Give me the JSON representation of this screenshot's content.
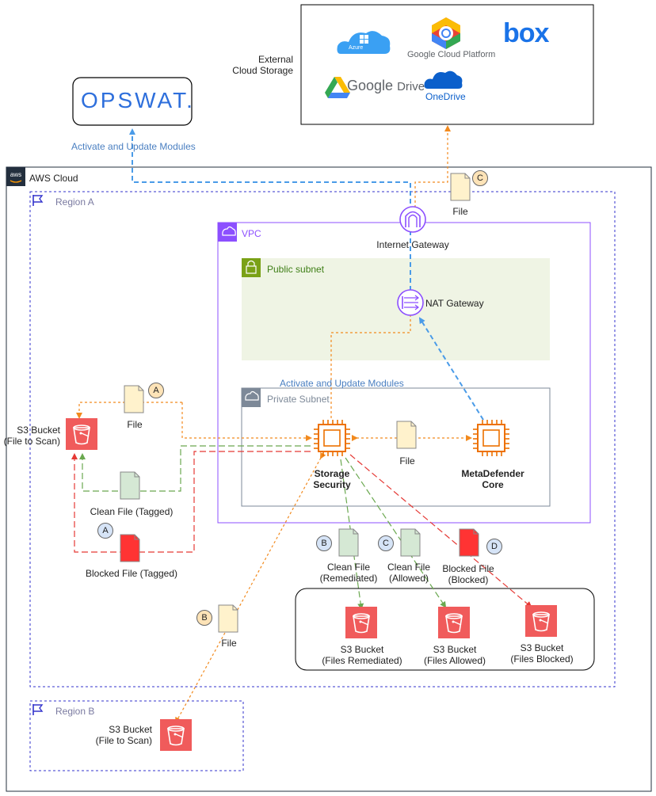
{
  "external_storage": {
    "label": "External\nCloud Storage",
    "azure": "Azure",
    "gcp_google": "Google",
    "gcp_rest": "Cloud Platform",
    "box": "box",
    "gdrive": "Google",
    "gdrive_rest": "Drive",
    "onedrive": "OneDrive"
  },
  "opswat": {
    "logo": "OPSWAT."
  },
  "labels": {
    "activate_top": "Activate and Update Modules",
    "activate_mid": "Activate and Update Modules",
    "aws_cloud": "AWS Cloud",
    "region_a": "Region A",
    "region_b": "Region B",
    "vpc": "VPC",
    "public_subnet": "Public subnet",
    "private_subnet": "Private Subnet",
    "internet_gateway": "Internet Gateway",
    "nat_gateway": "NAT Gateway",
    "file_c": "File",
    "file_a": "File",
    "file_mid": "File",
    "file_b": "File",
    "s3_scan_a": "S3 Bucket\n(File to Scan)",
    "s3_scan_b": "S3 Bucket\n(File to Scan)",
    "clean_tagged": "Clean File (Tagged)",
    "blocked_tagged": "Blocked File (Tagged)",
    "storage_security": "Storage\nSecurity",
    "metadefender": "MetaDefender\nCore",
    "clean_remediated": "Clean File\n(Remediated)",
    "clean_allowed": "Clean File\n(Allowed)",
    "blocked_blocked": "Blocked File\n(Blocked)",
    "s3_remediated": "S3 Bucket\n(Files Remediated)",
    "s3_allowed": "S3 Bucket\n(Files Allowed)",
    "s3_blocked": "S3 Bucket\n(Files Blocked)"
  },
  "badges": {
    "c": "C",
    "a_top": "A",
    "a_bottom": "A",
    "b_left": "B",
    "b_mid": "B",
    "c_mid": "C",
    "d": "D"
  },
  "colors": {
    "orange_flow": "#f28a1e",
    "blue_flow": "#4a9be8",
    "green_flow": "#6aa84f",
    "red_flow": "#e53935",
    "vpc_border": "#8c4fff",
    "region_border": "#3333cc",
    "public_subnet_fill": "#eff4e4",
    "s3_red": "#f05b5b",
    "compute_orange": "#ed7100"
  }
}
